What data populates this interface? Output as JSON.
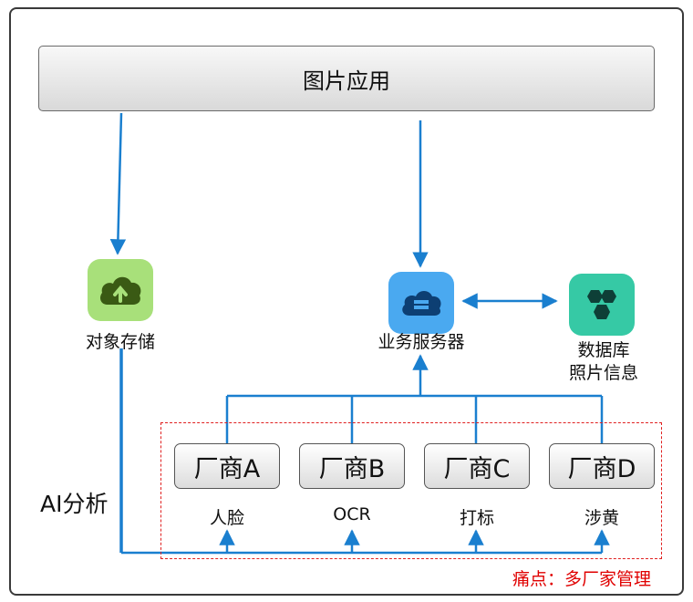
{
  "app_bar": {
    "label": "图片应用"
  },
  "nodes": {
    "storage": {
      "label": "对象存储",
      "icon": "cloud-upload-icon"
    },
    "service": {
      "label": "业务服务器",
      "icon": "cloud-server-icon"
    },
    "db": {
      "line1": "数据库",
      "line2": "照片信息",
      "icon": "database-icon"
    }
  },
  "vendors": [
    {
      "name": "厂商A",
      "function": "人脸"
    },
    {
      "name": "厂商B",
      "function": "OCR"
    },
    {
      "name": "厂商C",
      "function": "打标"
    },
    {
      "name": "厂商D",
      "function": "涉黄"
    }
  ],
  "ai_label": "AI分析",
  "pain_point": "痛点：多厂家管理",
  "colors": {
    "line": "#1a7fcf",
    "pain": "#e00000",
    "storage_icon_bg": "#a8e07a",
    "service_icon_bg": "#4aa9f0",
    "db_icon_bg": "#36c9a5"
  }
}
